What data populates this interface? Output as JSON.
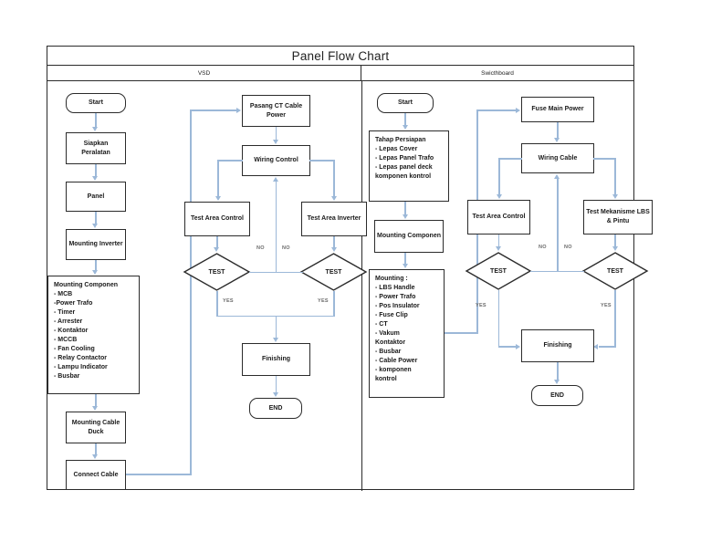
{
  "document": {
    "title": "Panel Flow Chart"
  },
  "columns": [
    {
      "label": "VSD"
    },
    {
      "label": "Swicthboard"
    }
  ],
  "colors": {
    "connector": "#9cb8d8",
    "shape_border": "#2b2b2b",
    "frame": "#2b2b2b",
    "text": "#1a1a1a",
    "edge_label": "#6a6a6a"
  },
  "vsd": {
    "start": "Start",
    "siapkan": "Siapkan Peralatan",
    "panel": "Panel",
    "mounting_inverter": "Mounting Inverter",
    "mounting_componen": {
      "heading": "Mounting Componen",
      "items": [
        "- MCB",
        "-Power Trafo",
        "- Timer",
        "- Arrester",
        "- Kontaktor",
        "- MCCB",
        "- Fan Cooling",
        "- Relay Contactor",
        "- Lampu Indicator",
        "- Busbar"
      ]
    },
    "mounting_cable_duck": "Mounting Cable Duck",
    "connect_cable": "Connect Cable",
    "pasang_ct": "Pasang CT Cable Power",
    "wiring_control": "Wiring Control",
    "test_area_control": "Test Area Control",
    "test_area_inverter": "Test Area Inverter",
    "test_left": "TEST",
    "test_right": "TEST",
    "finishing": "Finishing",
    "end": "END",
    "labels": {
      "no_left": "NO",
      "no_right": "NO",
      "yes_left": "YES",
      "yes_right": "YES"
    }
  },
  "switchboard": {
    "start": "Start",
    "tahap_persiapan": {
      "heading": "Tahap Persiapan",
      "items": [
        "- Lepas Cover",
        "- Lepas Panel Trafo",
        "- Lepas panel deck",
        "komponen kontrol"
      ]
    },
    "mounting_componen": "Mounting Componen",
    "mounting_list": {
      "heading": "Mounting :",
      "items": [
        "- LBS Handle",
        "- Power Trafo",
        "- Pos Insulator",
        "- Fuse Clip",
        "- CT",
        "- Vakum",
        "Kontaktor",
        "- Busbar",
        "- Cable Power",
        "- komponen",
        "kontrol"
      ]
    },
    "fuse_main_power": "Fuse Main Power",
    "wiring_cable": "Wiring Cable",
    "test_area_control": "Test Area Control",
    "test_mekanisme": "Test Mekanisme LBS & Pintu",
    "test_left": "TEST",
    "test_right": "TEST",
    "finishing": "Finishing",
    "end": "END",
    "labels": {
      "no_left": "NO",
      "no_right": "NO",
      "yes_left": "YES",
      "yes_right": "YES"
    }
  }
}
